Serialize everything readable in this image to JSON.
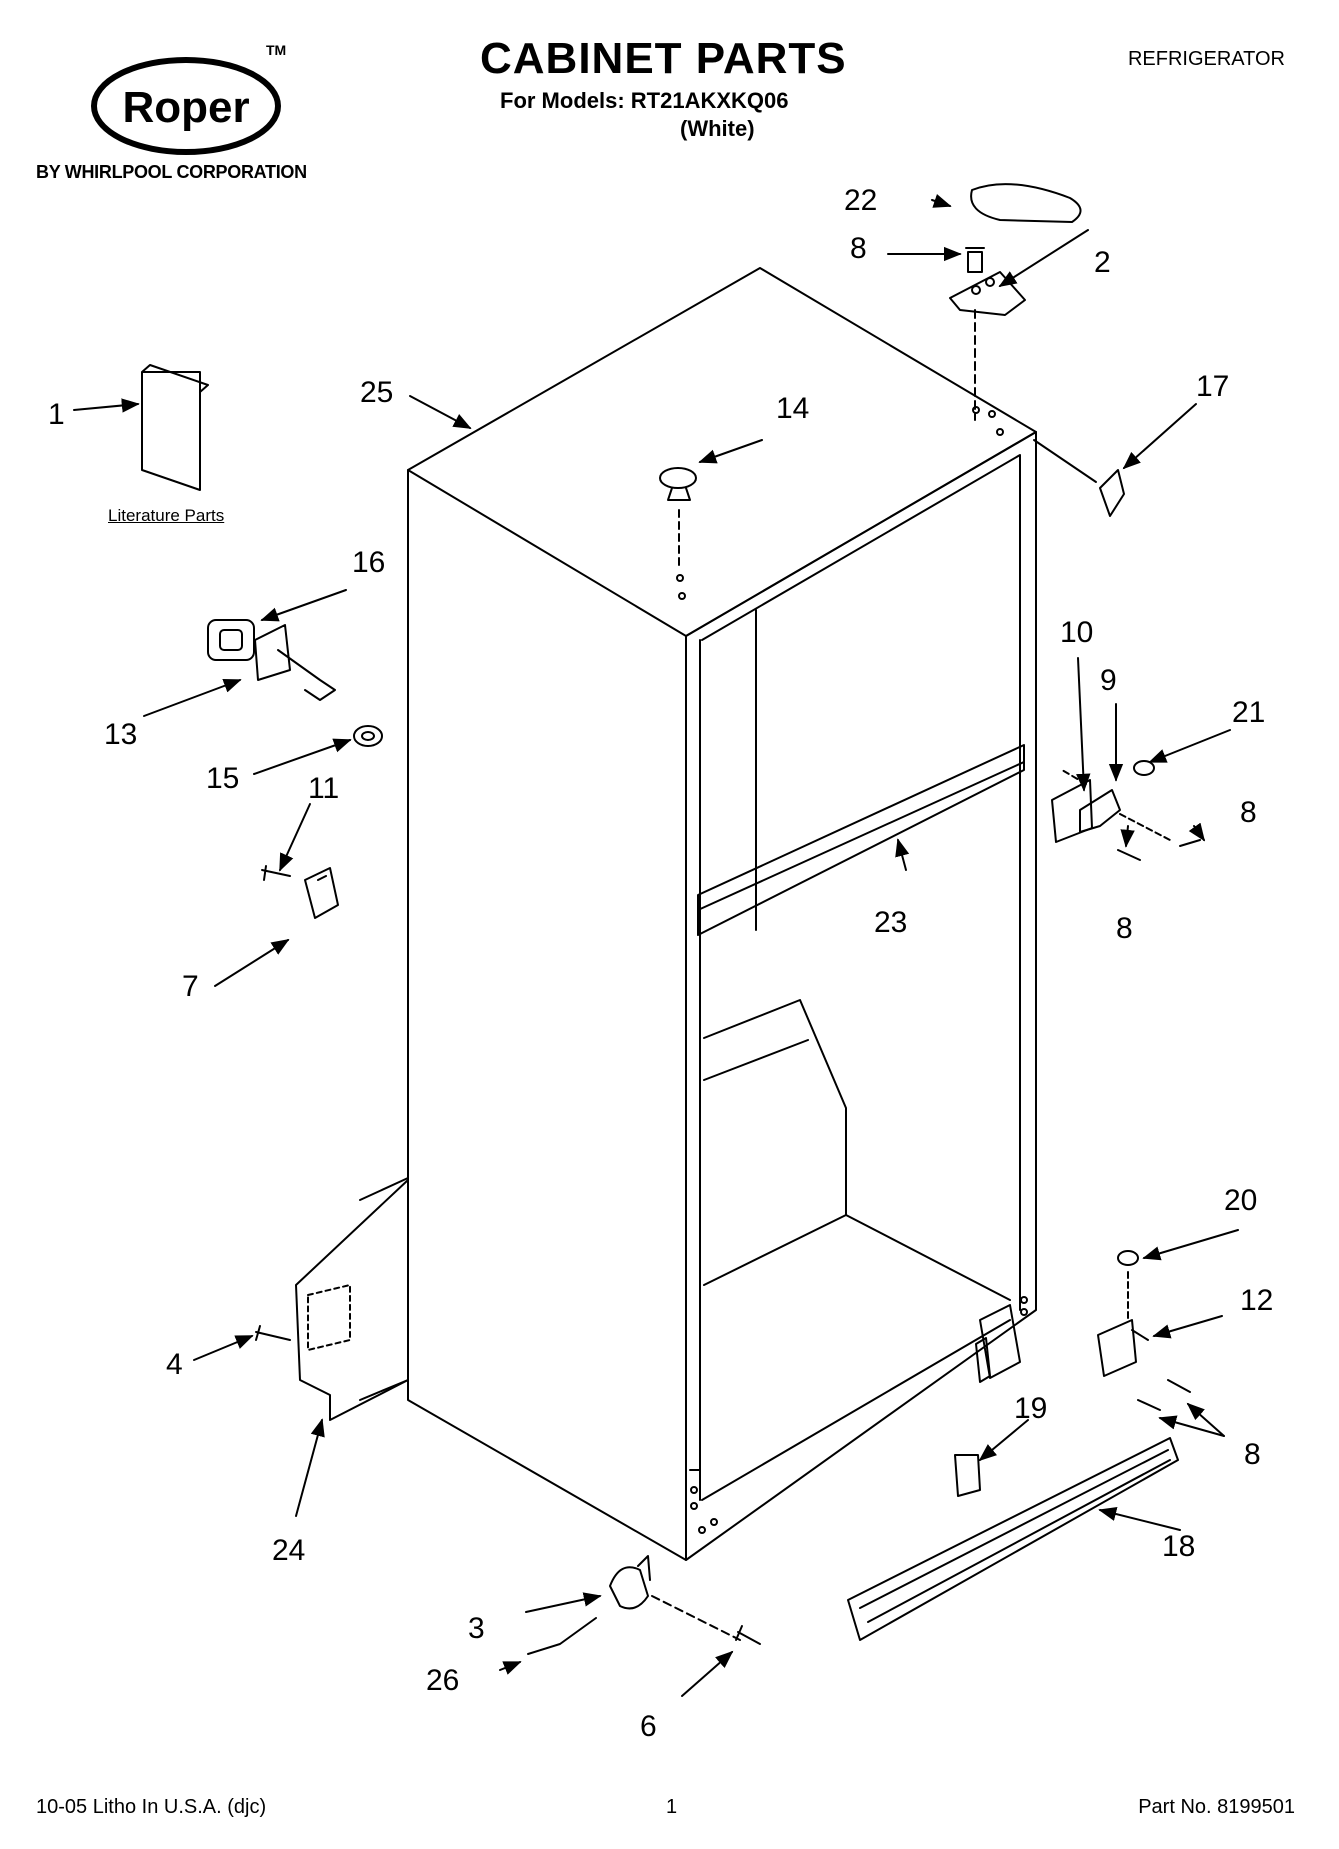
{
  "header": {
    "brand": "Roper",
    "trademark": "TM",
    "byline": "BY WHIRLPOOL CORPORATION",
    "title": "CABINET PARTS",
    "models_line": "For Models: RT21AKXKQ06",
    "variant": "(White)",
    "category": "REFRIGERATOR"
  },
  "literature_label": "Literature Parts",
  "footer": {
    "left": "10-05 Litho In U.S.A. (djc)",
    "center": "1",
    "right": "Part No. 8199501"
  },
  "callouts": {
    "c1": "1",
    "c2": "2",
    "c3": "3",
    "c4": "4",
    "c6": "6",
    "c7": "7",
    "c8a": "8",
    "c8b": "8",
    "c8c": "8",
    "c8d": "8",
    "c9": "9",
    "c10": "10",
    "c11": "11",
    "c12": "12",
    "c13": "13",
    "c14": "14",
    "c15": "15",
    "c16": "16",
    "c17": "17",
    "c18": "18",
    "c19": "19",
    "c20": "20",
    "c21": "21",
    "c22": "22",
    "c23": "23",
    "c24": "24",
    "c25": "25",
    "c26": "26"
  }
}
